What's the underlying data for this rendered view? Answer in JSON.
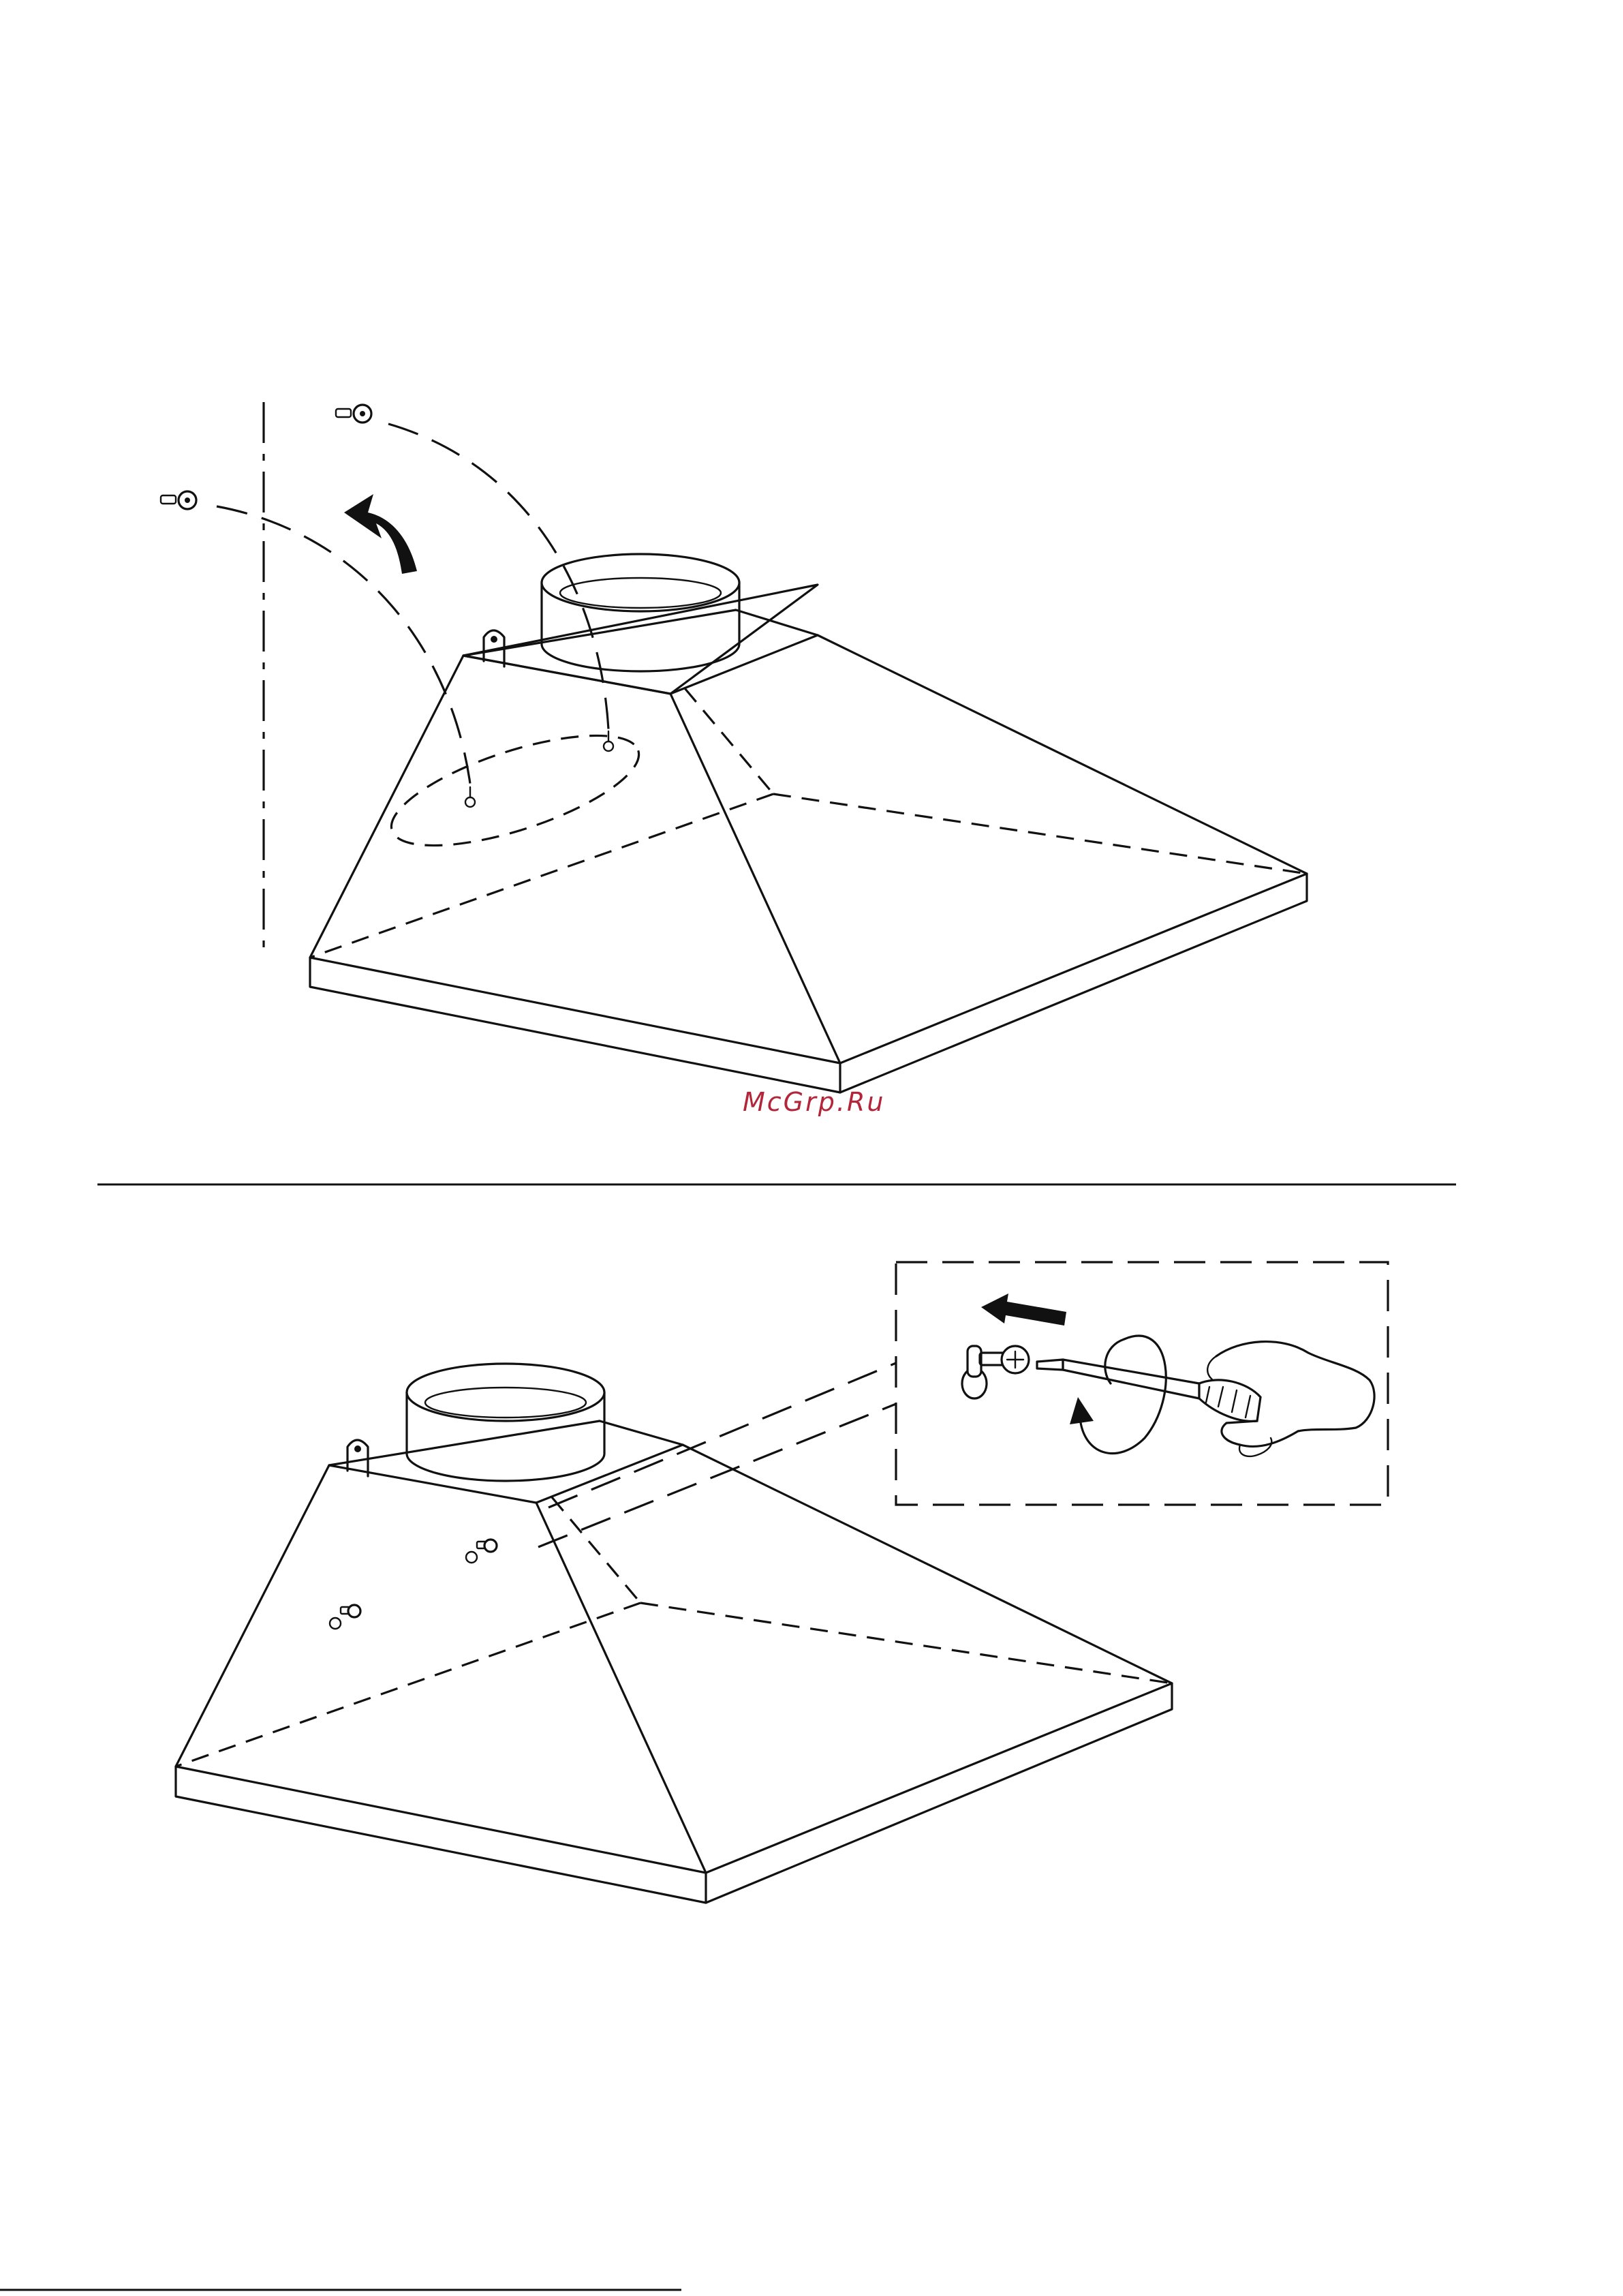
{
  "watermark": {
    "text": "McGrp.Ru",
    "color": "#b3263a"
  },
  "figures": [
    {
      "id": "step-1",
      "description_icons": [
        "screw-icon",
        "rotate-arrow-icon",
        "keyhole-slot-icon",
        "wall-line"
      ]
    },
    {
      "id": "step-2",
      "description_icons": [
        "screw-icon",
        "screwdriver-icon",
        "hand-icon",
        "arrow-left-icon",
        "rotate-arrow-icon"
      ]
    }
  ],
  "colors": {
    "ink": "#111111",
    "background": "#ffffff"
  }
}
